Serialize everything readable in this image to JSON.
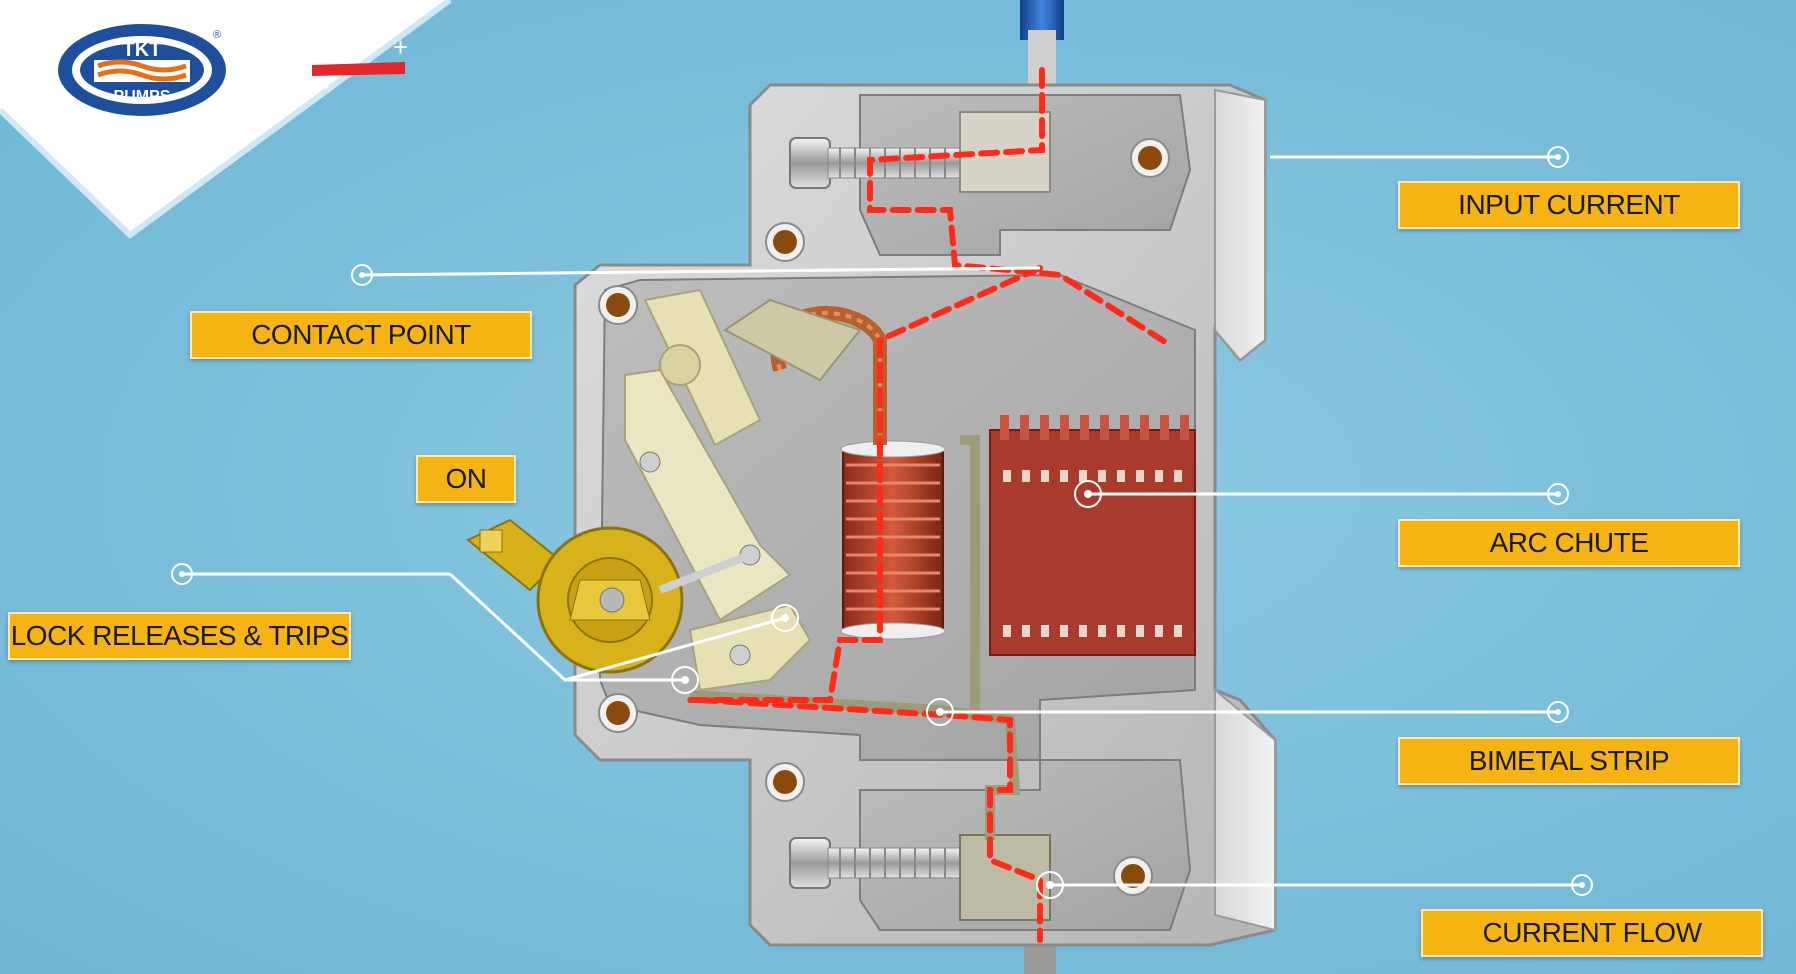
{
  "logo": {
    "top_text": "TKT",
    "bottom_text": "PUMPS",
    "registered_mark": "®",
    "colors": {
      "ring": "#1d4f9c",
      "inner": "#ffffff",
      "wave": "#e2731e"
    }
  },
  "corner_indicator": {
    "plus_sign": "+",
    "bar_color": "#e3262b"
  },
  "labels": {
    "input_current": "INPUT CURRENT",
    "contact_point": "CONTACT POINT",
    "on": "ON",
    "lock_releases_trips": "LOCK RELEASES & TRIPS",
    "arc_chute": "ARC CHUTE",
    "bimetal_strip": "BIMETAL STRIP",
    "current_flow": "CURRENT FLOW"
  },
  "colors": {
    "label_fill": "#f6b414",
    "current_path": "#ff2a1a",
    "breaker_body": "#c9c9c9",
    "arc_chute": "#a93a2e",
    "coil": "#b8412a",
    "toggle": "#d8b21a",
    "mechanism": "#e6e0b4",
    "terminal_wire": "#1f5fb8"
  }
}
